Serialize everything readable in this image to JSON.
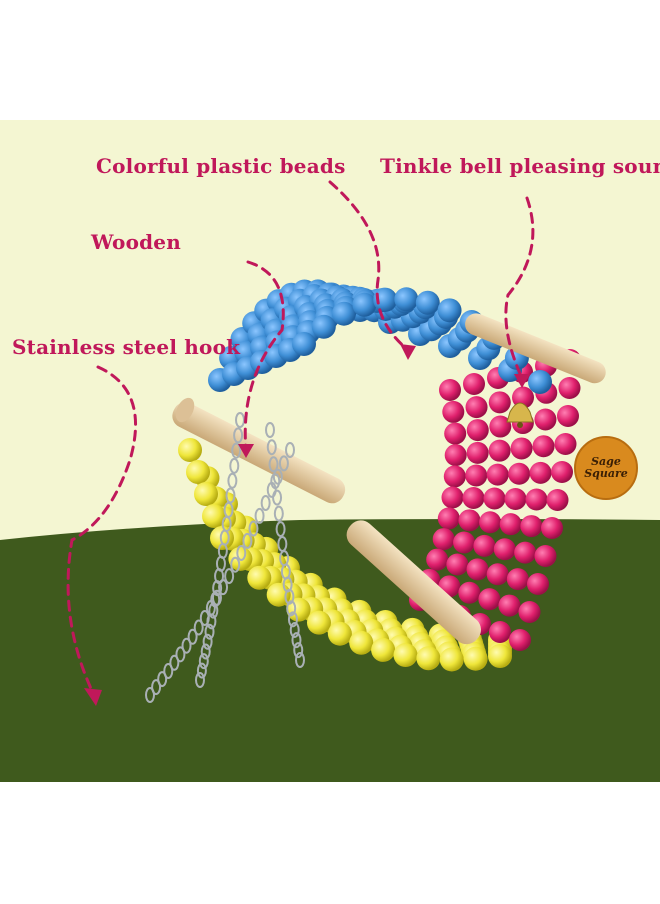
{
  "callouts": {
    "beads": "Colorful plastic beads",
    "bell": "Tinkle bell pleasing sound",
    "wood": "Wooden",
    "hook": "Stainless steel hook"
  },
  "brand": {
    "line1": "Sage",
    "line2": "Square"
  },
  "colors": {
    "background_top": "#f4f6d2",
    "ground": "#3f5a1d",
    "label": "#c0185a",
    "arrow": "#c0185a",
    "bead_blue": "#3f8fd6",
    "bead_pink": "#e0206d",
    "bead_yellow": "#efe63a",
    "wood": "#e6cfa6"
  }
}
